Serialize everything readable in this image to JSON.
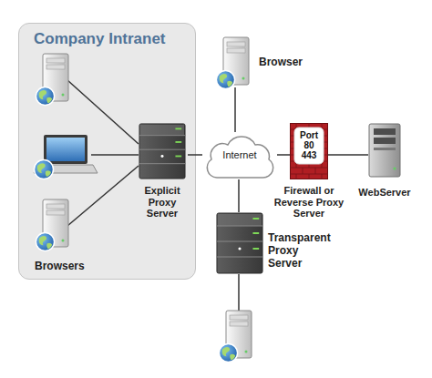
{
  "diagram": {
    "nodes": [
      {
        "text": [
          "Company Intranet"
        ]
      },
      {
        "text": [
          "Explicit Proxy Server"
        ],
        "in": 0
      },
      {
        "text": [
          "Browser"
        ]
      },
      {
        "text": [
          "Internet"
        ]
      },
      {
        "text": [
          "Port 80 443",
          "Firewall or Reverse Proxy Server"
        ]
      },
      {
        "text": [
          "WebServer"
        ]
      },
      {
        "text": [
          "Transparent Proxy Server"
        ]
      }
    ],
    "edges": [
      {
        "from": 1,
        "to": 3,
        "arrow": "none"
      },
      {
        "from": 2,
        "to": 3,
        "arrow": "none"
      },
      {
        "from": 3,
        "to": 4,
        "arrow": "none"
      },
      {
        "from": 4,
        "to": 5,
        "arrow": "none"
      },
      {
        "from": 3,
        "to": 6,
        "arrow": "none"
      }
    ],
    "labels": [
      "Browsers"
    ]
  }
}
